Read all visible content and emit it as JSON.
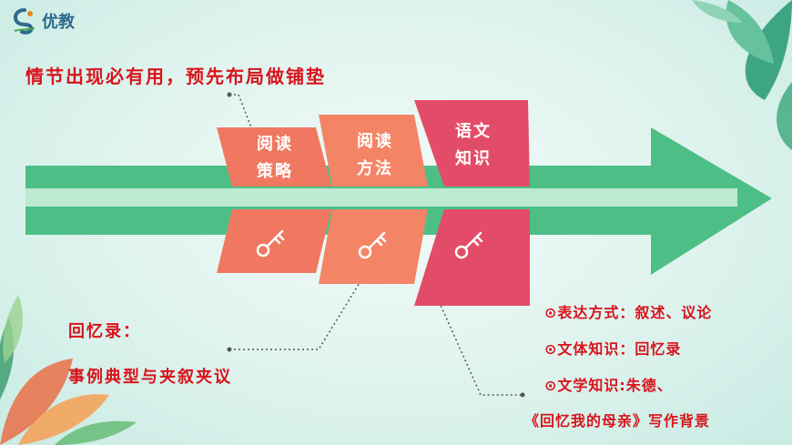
{
  "logo": {
    "text": "优教",
    "icon": "logo-swirl-icon",
    "colors": [
      "#2d6a8a",
      "#e58a1f",
      "#4aa84a"
    ]
  },
  "intro": "情节出现必有用，预先布局做铺垫",
  "cards": [
    {
      "line1": "阅读",
      "line2": "策略",
      "color": "#f07860",
      "key_icon": "key-icon"
    },
    {
      "line1": "阅读",
      "line2": "方法",
      "color": "#f38466",
      "key_icon": "key-icon"
    },
    {
      "line1": "语文",
      "line2": "知识",
      "color": "#e34c68",
      "key_icon": "key-icon"
    }
  ],
  "memoir": {
    "title": "回忆录：",
    "detail": "事例典型与夹叙夹议"
  },
  "knowledge": [
    "⊙表达方式：叙述、议论",
    "⊙文体知识：回忆录",
    "⊙文学知识:朱德、",
    "《回忆我的母亲》写作背景"
  ],
  "colors": {
    "arrow": "#4dbf86",
    "arrow_light": "#c9efd9",
    "text_red": "#d8141c",
    "dotted_line": "#555555"
  }
}
